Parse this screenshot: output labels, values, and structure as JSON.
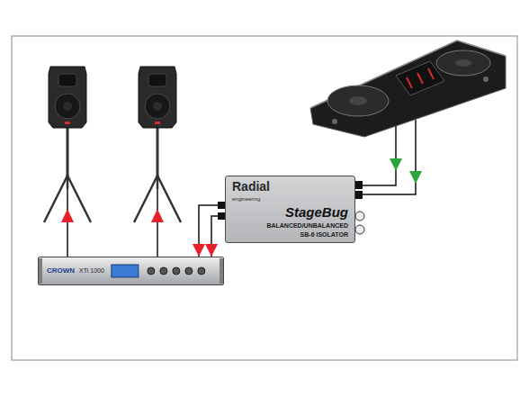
{
  "diagram": {
    "nodes": [
      {
        "text": [
          "Radial",
          "engineering",
          "StageBug",
          "BALANCED/UNBALANCED",
          "SB-6 ISOLATOR"
        ]
      },
      {
        "text": [
          "CROWN",
          "XTi 1000"
        ]
      }
    ],
    "edges": [
      {
        "from": 0,
        "to": 1,
        "arrow": "to"
      },
      {
        "from": 0,
        "to": 1,
        "arrow": "to"
      }
    ]
  }
}
